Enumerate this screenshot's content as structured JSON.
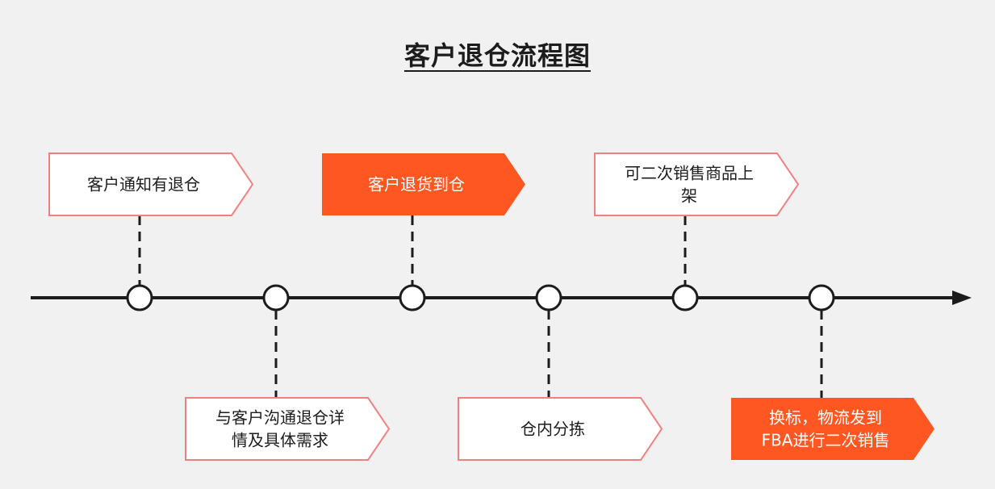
{
  "title": "客户退仓流程图",
  "colors": {
    "accent": "#ff5722",
    "border": "#f08080",
    "line": "#1c1c1c",
    "background": "#f1f1f1"
  },
  "steps": [
    {
      "lines": [
        "客户通知有退仓"
      ],
      "position": "above",
      "highlight": false
    },
    {
      "lines": [
        "与客户沟通退仓详",
        "情及具体需求"
      ],
      "position": "below",
      "highlight": false
    },
    {
      "lines": [
        "客户退货到仓"
      ],
      "position": "above",
      "highlight": true
    },
    {
      "lines": [
        "仓内分拣"
      ],
      "position": "below",
      "highlight": false
    },
    {
      "lines": [
        "可二次销售商品上",
        "架"
      ],
      "position": "above",
      "highlight": false
    },
    {
      "lines": [
        "换标，物流发到",
        "FBA进行二次销售"
      ],
      "position": "below",
      "highlight": true
    }
  ]
}
